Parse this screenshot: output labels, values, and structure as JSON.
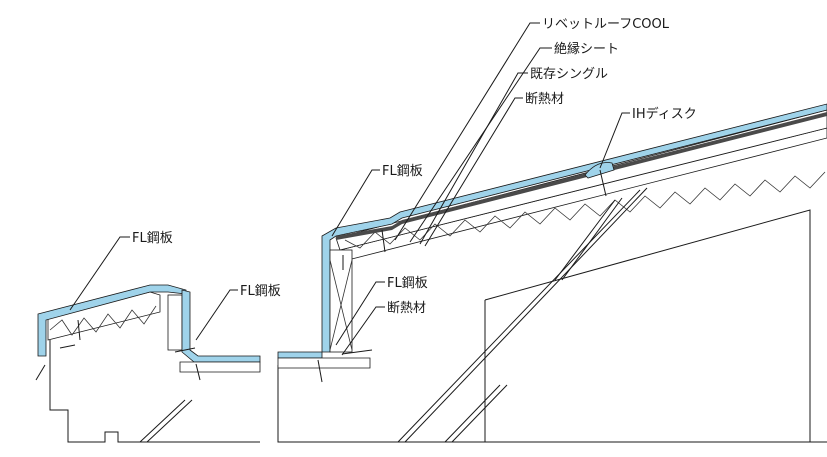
{
  "labels": {
    "rivet_roof_cool": "リベットルーフCOOL",
    "insulation_sheet": "絶縁シート",
    "existing_shingle": "既存シングル",
    "insulation_1": "断熱材",
    "ih_disc": "IHディスク",
    "fl_steel_1": "FL鋼板",
    "fl_steel_2": "FL鋼板",
    "fl_steel_3": "FL鋼板",
    "fl_steel_4": "FL鋼板",
    "insulation_2": "断熱材"
  },
  "colors": {
    "sheet_blue": "#9fd3ea",
    "line": "#1a1a1a"
  }
}
